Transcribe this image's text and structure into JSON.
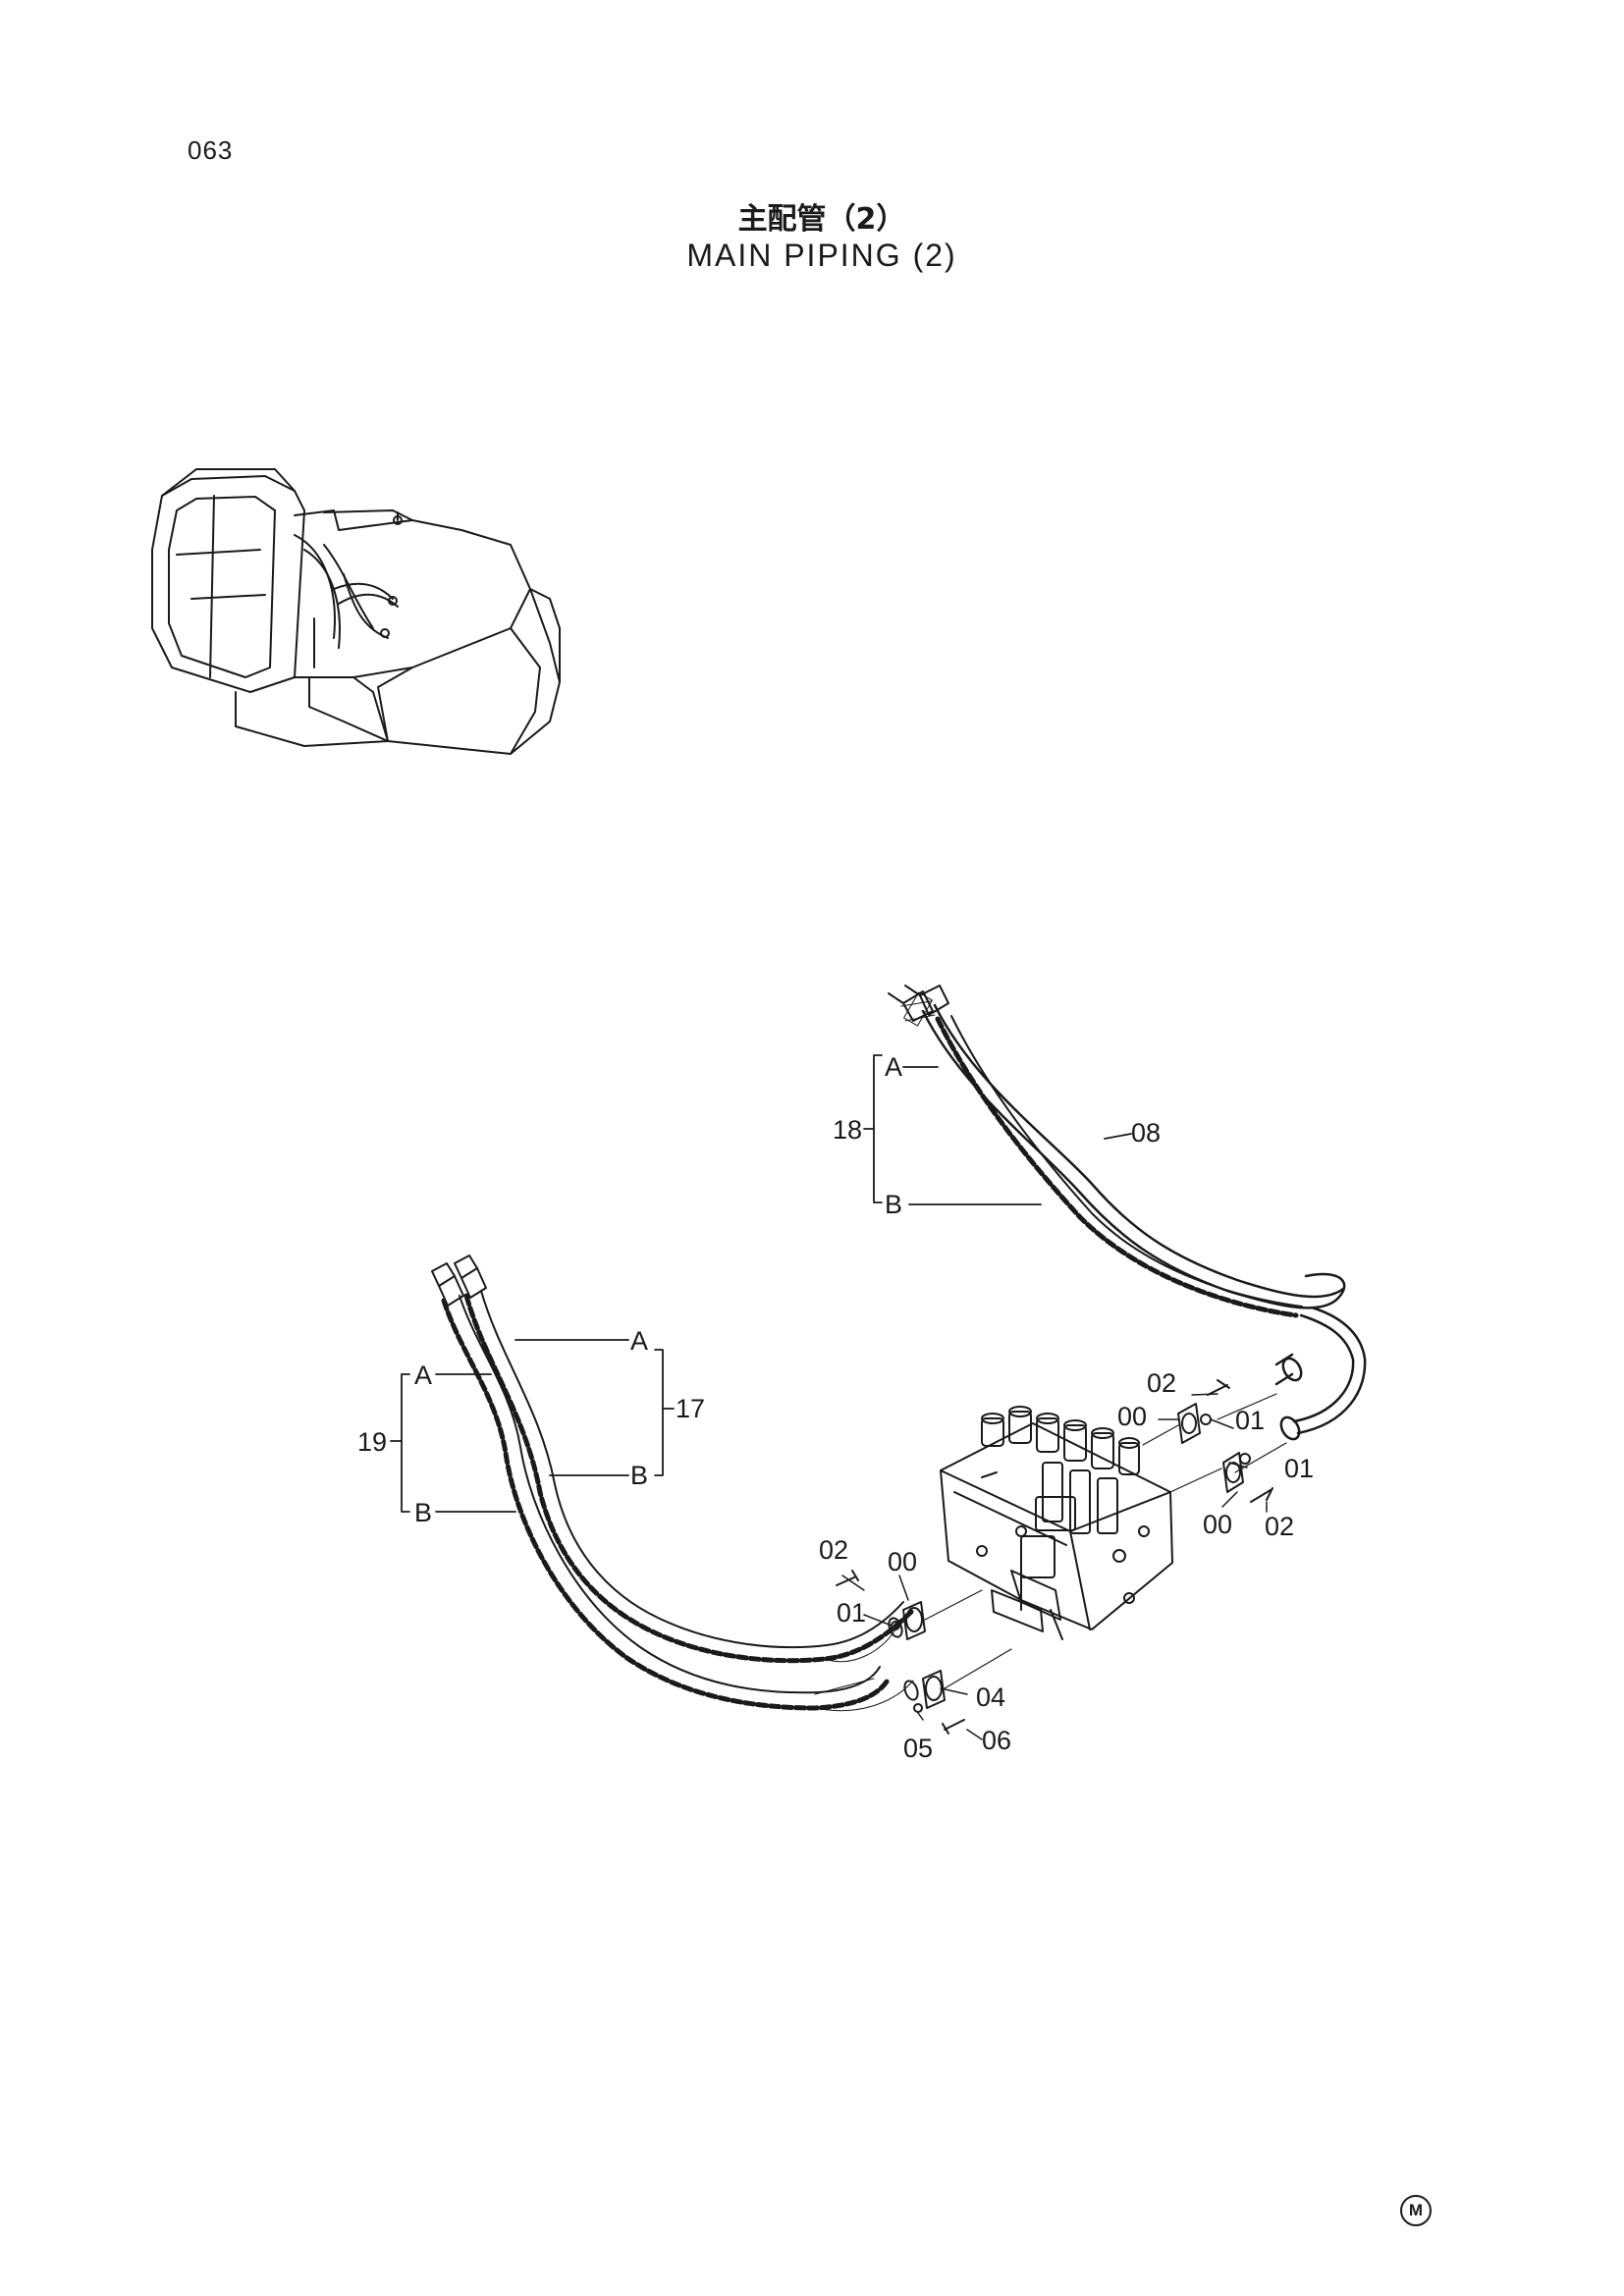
{
  "page": {
    "number": "063",
    "title_jp": "主配管（2）",
    "title_en": "MAIN PIPING (2)",
    "corner_mark": "M"
  },
  "callouts": {
    "c18": "18",
    "c18_a": "A",
    "c18_b": "B",
    "c08": "08",
    "c17": "17",
    "c17_a": "A",
    "c17_b": "B",
    "c19": "19",
    "c19_a": "A",
    "c19_b": "B",
    "c02_top": "02",
    "c00_top": "00",
    "c01_top": "01",
    "c01_right": "01",
    "c00_right": "00",
    "c02_right": "02",
    "c02_left": "02",
    "c00_left": "00",
    "c01_left": "01",
    "c04": "04",
    "c05": "05",
    "c06": "06"
  }
}
